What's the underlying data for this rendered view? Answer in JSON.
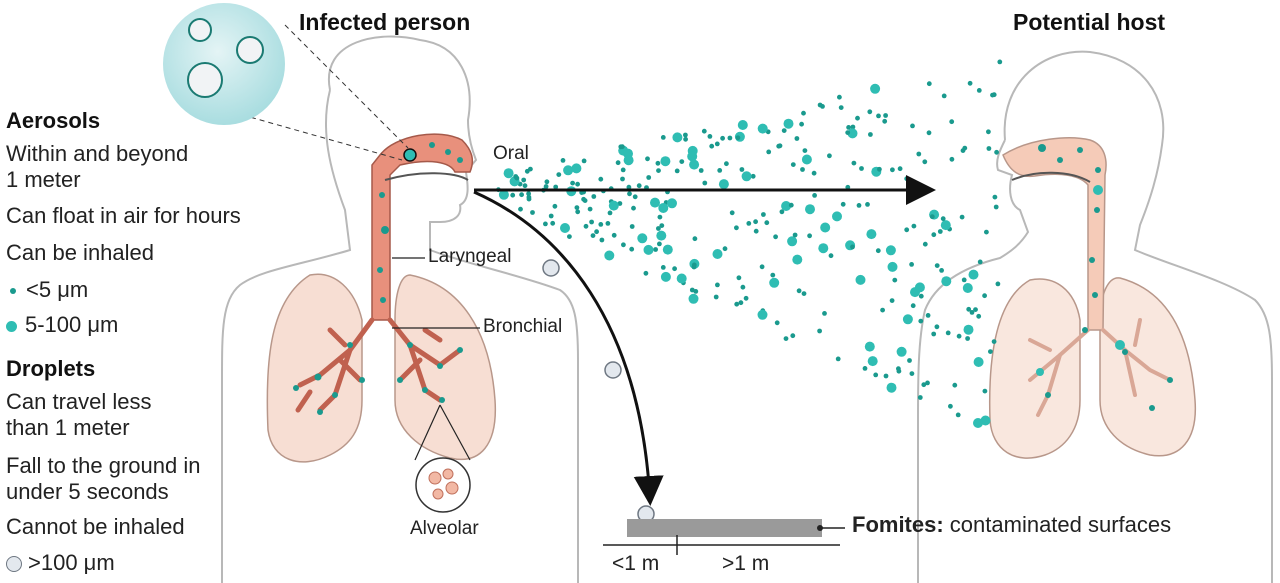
{
  "title_infected": "Infected person",
  "title_host": "Potential host",
  "aerosols": {
    "heading": "Aerosols",
    "line1a": "Within and beyond",
    "line1b": "1 meter",
    "line2": "Can float in air for hours",
    "line3": "Can be inhaled",
    "small": "<5 μm",
    "medium": "5-100 μm"
  },
  "droplets": {
    "heading": "Droplets",
    "line1a": "Can travel less",
    "line1b": "than 1 meter",
    "line2a": "Fall to the ground in",
    "line2b": "under 5 seconds",
    "line3": "Cannot be inhaled",
    "large": ">100 μm"
  },
  "labels": {
    "oral": "Oral",
    "laryngeal": "Laryngeal",
    "bronchial": "Bronchial",
    "alveolar": "Alveolar"
  },
  "fomites": {
    "bold": "Fomites:",
    "text": " contaminated surfaces",
    "near": "<1 m",
    "far": ">1 m"
  },
  "colors": {
    "teal_dark": "#1a9a8e",
    "teal_light": "#2fbdb3",
    "airway": "#e8907c",
    "lung": "#f7ded3",
    "body_outline": "#b5b5b5"
  }
}
